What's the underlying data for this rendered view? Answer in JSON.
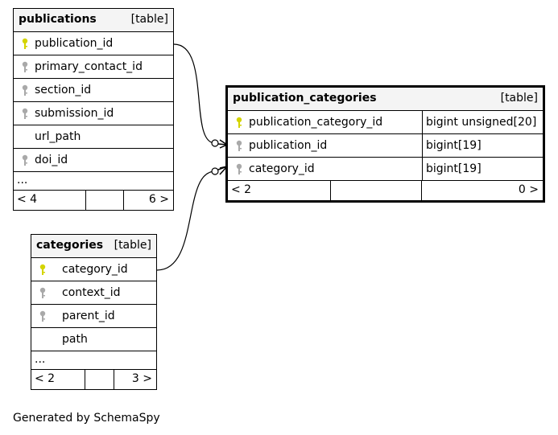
{
  "publications": {
    "name": "publications",
    "tag": "[table]",
    "columns": [
      {
        "name": "publication_id",
        "key": "primary"
      },
      {
        "name": "primary_contact_id",
        "key": "foreign"
      },
      {
        "name": "section_id",
        "key": "foreign"
      },
      {
        "name": "submission_id",
        "key": "foreign"
      },
      {
        "name": "url_path",
        "key": "none"
      },
      {
        "name": "doi_id",
        "key": "foreign"
      }
    ],
    "ellipsis": "...",
    "nav_left": "< 4",
    "nav_right": "6 >"
  },
  "publication_categories": {
    "name": "publication_categories",
    "tag": "[table]",
    "columns": [
      {
        "name": "publication_category_id",
        "key": "primary",
        "type": "bigint unsigned[20]"
      },
      {
        "name": "publication_id",
        "key": "foreign",
        "type": "bigint[19]"
      },
      {
        "name": "category_id",
        "key": "foreign",
        "type": "bigint[19]"
      }
    ],
    "nav_left": "< 2",
    "nav_right": "0 >"
  },
  "categories": {
    "name": "categories",
    "tag": "[table]",
    "columns": [
      {
        "name": "category_id",
        "key": "primary"
      },
      {
        "name": "context_id",
        "key": "foreign"
      },
      {
        "name": "parent_id",
        "key": "foreign"
      },
      {
        "name": "path",
        "key": "none"
      }
    ],
    "ellipsis": "...",
    "nav_left": "< 2",
    "nav_right": "3 >"
  },
  "footer": "Generated by SchemaSpy",
  "colors": {
    "primary_key": "#d4d400",
    "foreign_key": "#a9a9a9",
    "header_bg": "#f4f4f4"
  },
  "icons": {
    "primary": "primary-key-icon",
    "foreign": "foreign-key-icon"
  }
}
